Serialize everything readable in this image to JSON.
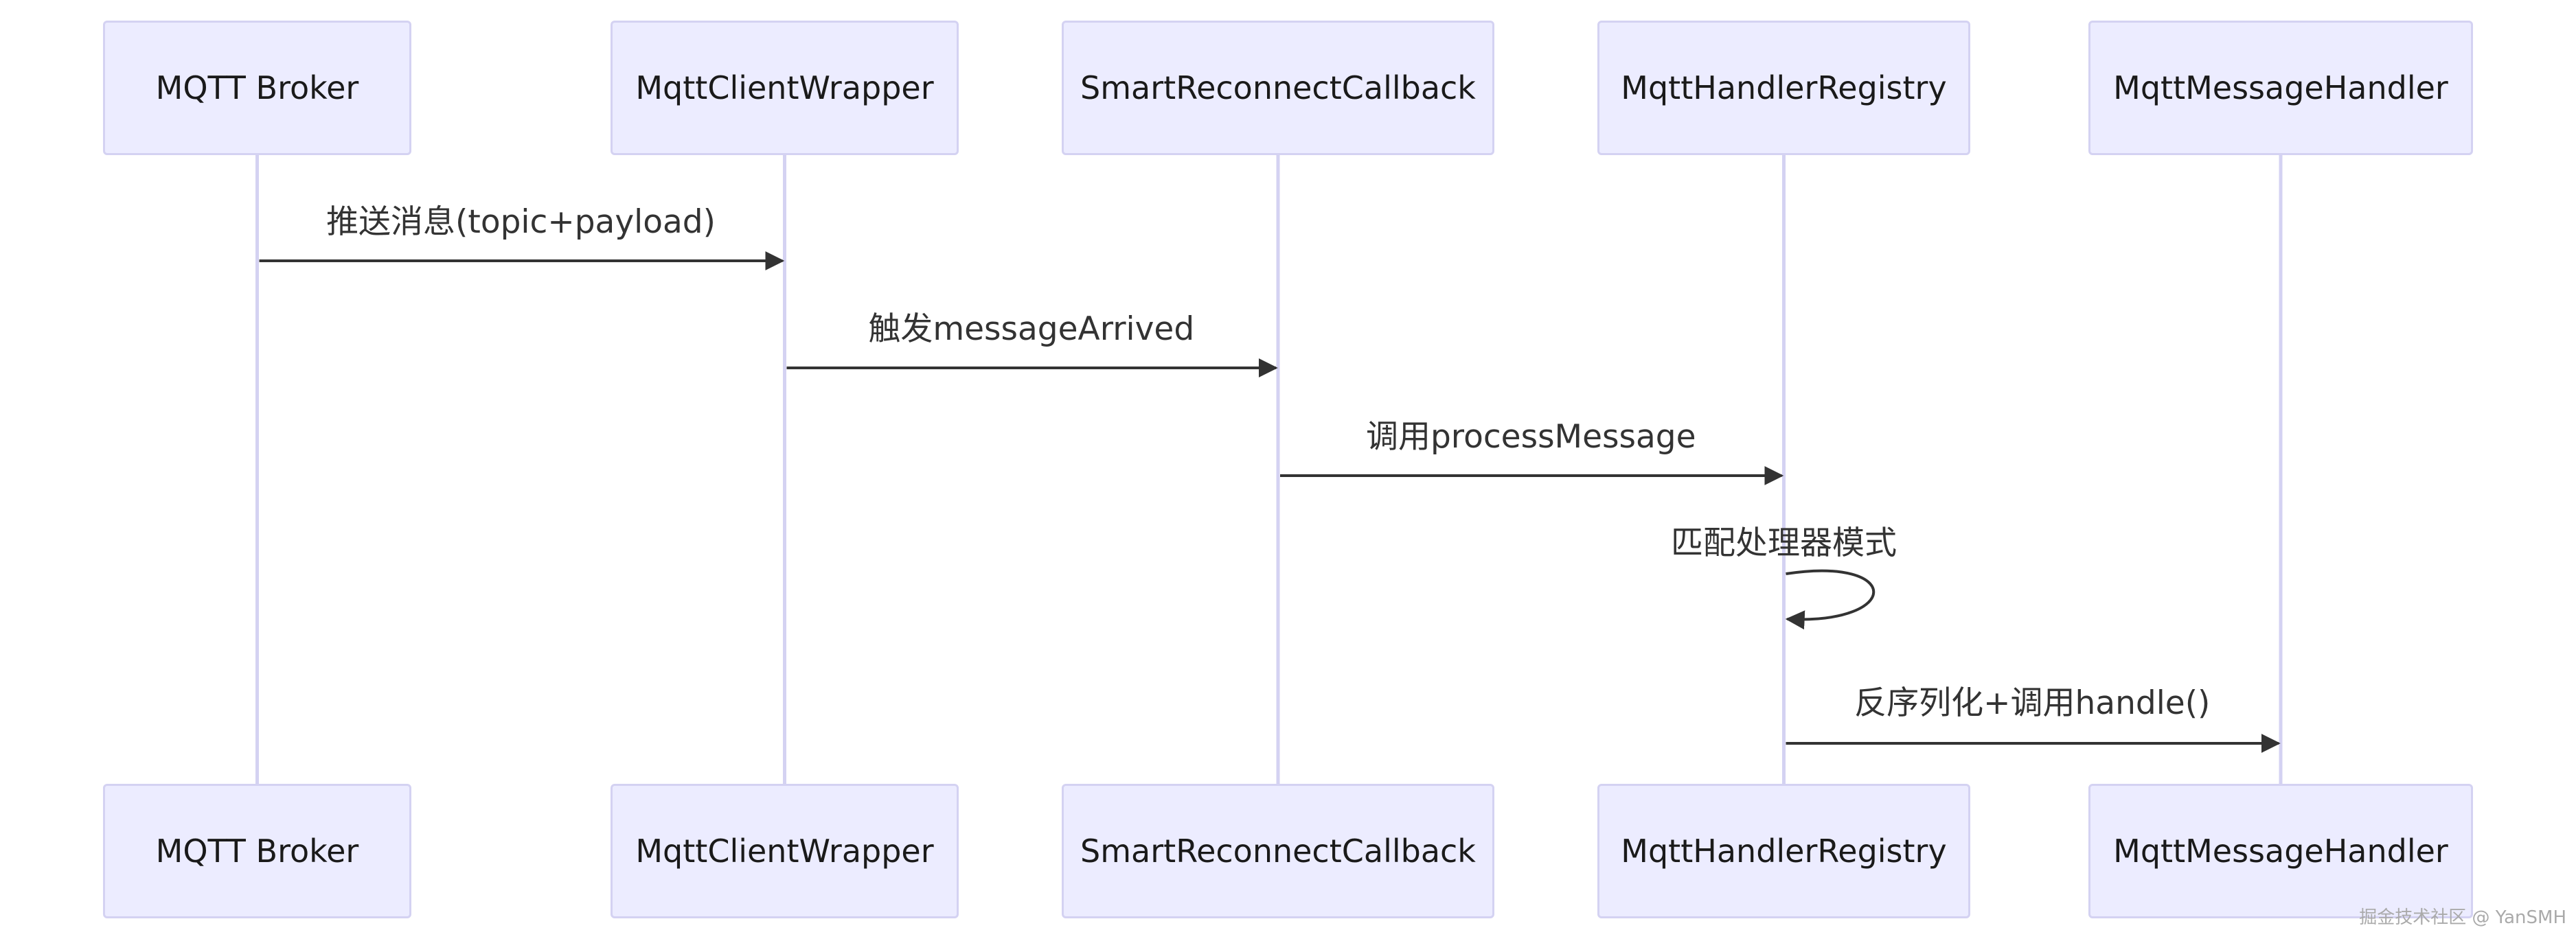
{
  "participants": [
    {
      "id": "broker",
      "label": "MQTT Broker"
    },
    {
      "id": "wrapper",
      "label": "MqttClientWrapper"
    },
    {
      "id": "callback",
      "label": "SmartReconnectCallback"
    },
    {
      "id": "registry",
      "label": "MqttHandlerRegistry"
    },
    {
      "id": "handler",
      "label": "MqttMessageHandler"
    }
  ],
  "messages": [
    {
      "from": "broker",
      "to": "wrapper",
      "label": "推送消息(topic+payload)"
    },
    {
      "from": "wrapper",
      "to": "callback",
      "label": "触发messageArrived"
    },
    {
      "from": "callback",
      "to": "registry",
      "label": "调用processMessage"
    },
    {
      "from": "registry",
      "to": "registry",
      "label": "匹配处理器模式"
    },
    {
      "from": "registry",
      "to": "handler",
      "label": "反序列化+调用handle()"
    }
  ],
  "watermark": "掘金技术社区 @ YanSMH",
  "colors": {
    "actor_fill": "#ECECFF",
    "actor_border": "#D4D2F2",
    "lifeline": "#D4D2F2",
    "arrow": "#333333",
    "text": "#333333"
  }
}
